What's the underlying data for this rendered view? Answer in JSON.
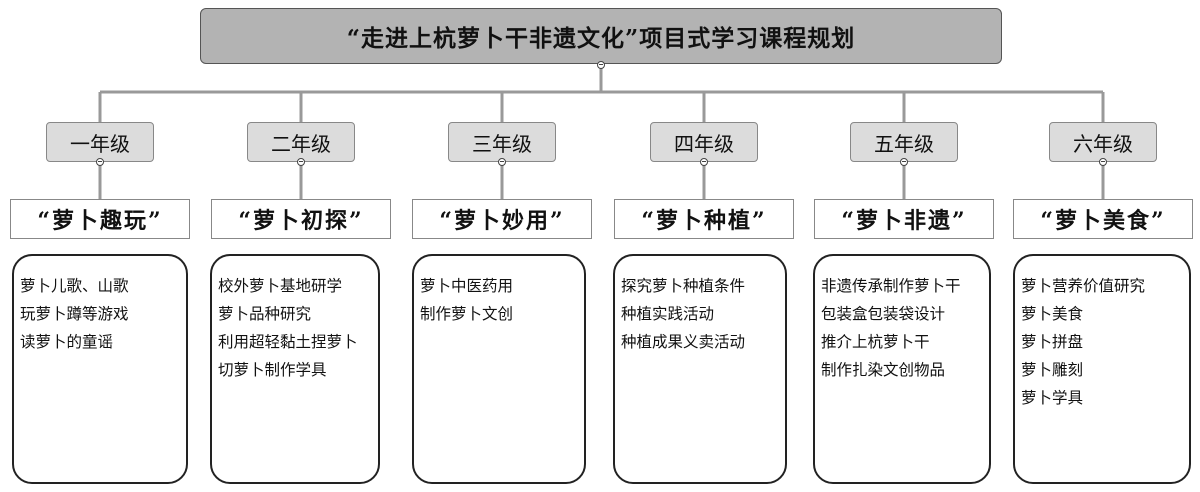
{
  "title": "“走进上杭萝卜干非遗文化”项目式学习课程规划",
  "grades": [
    {
      "grade": "一年级",
      "theme": "“萝卜趣玩”",
      "activities": [
        "萝卜儿歌、山歌",
        "玩萝卜蹲等游戏",
        "读萝卜的童谣"
      ]
    },
    {
      "grade": "二年级",
      "theme": "“萝卜初探”",
      "activities": [
        "校外萝卜基地研学",
        "萝卜品种研究",
        "利用超轻黏土捏萝卜",
        "切萝卜制作学具"
      ]
    },
    {
      "grade": "三年级",
      "theme": "“萝卜妙用”",
      "activities": [
        "萝卜中医药用",
        "制作萝卜文创"
      ]
    },
    {
      "grade": "四年级",
      "theme": "“萝卜种植”",
      "activities": [
        "探究萝卜种植条件",
        "种植实践活动",
        "种植成果义卖活动"
      ]
    },
    {
      "grade": "五年级",
      "theme": "“萝卜非遗”",
      "activities": [
        "非遗传承制作萝卜干",
        "包装盒包装袋设计",
        "推介上杭萝卜干",
        "制作扎染文创物品"
      ]
    },
    {
      "grade": "六年级",
      "theme": "“萝卜美食”",
      "activities": [
        "萝卜营养价值研究",
        "萝卜美食",
        "萝卜拼盘",
        "萝卜雕刻",
        "萝卜学具"
      ]
    }
  ],
  "colors": {
    "root_fill": "#b3b3b3",
    "grade_fill": "#dcdcdc",
    "connector": "#999999",
    "card_border": "#222222"
  }
}
